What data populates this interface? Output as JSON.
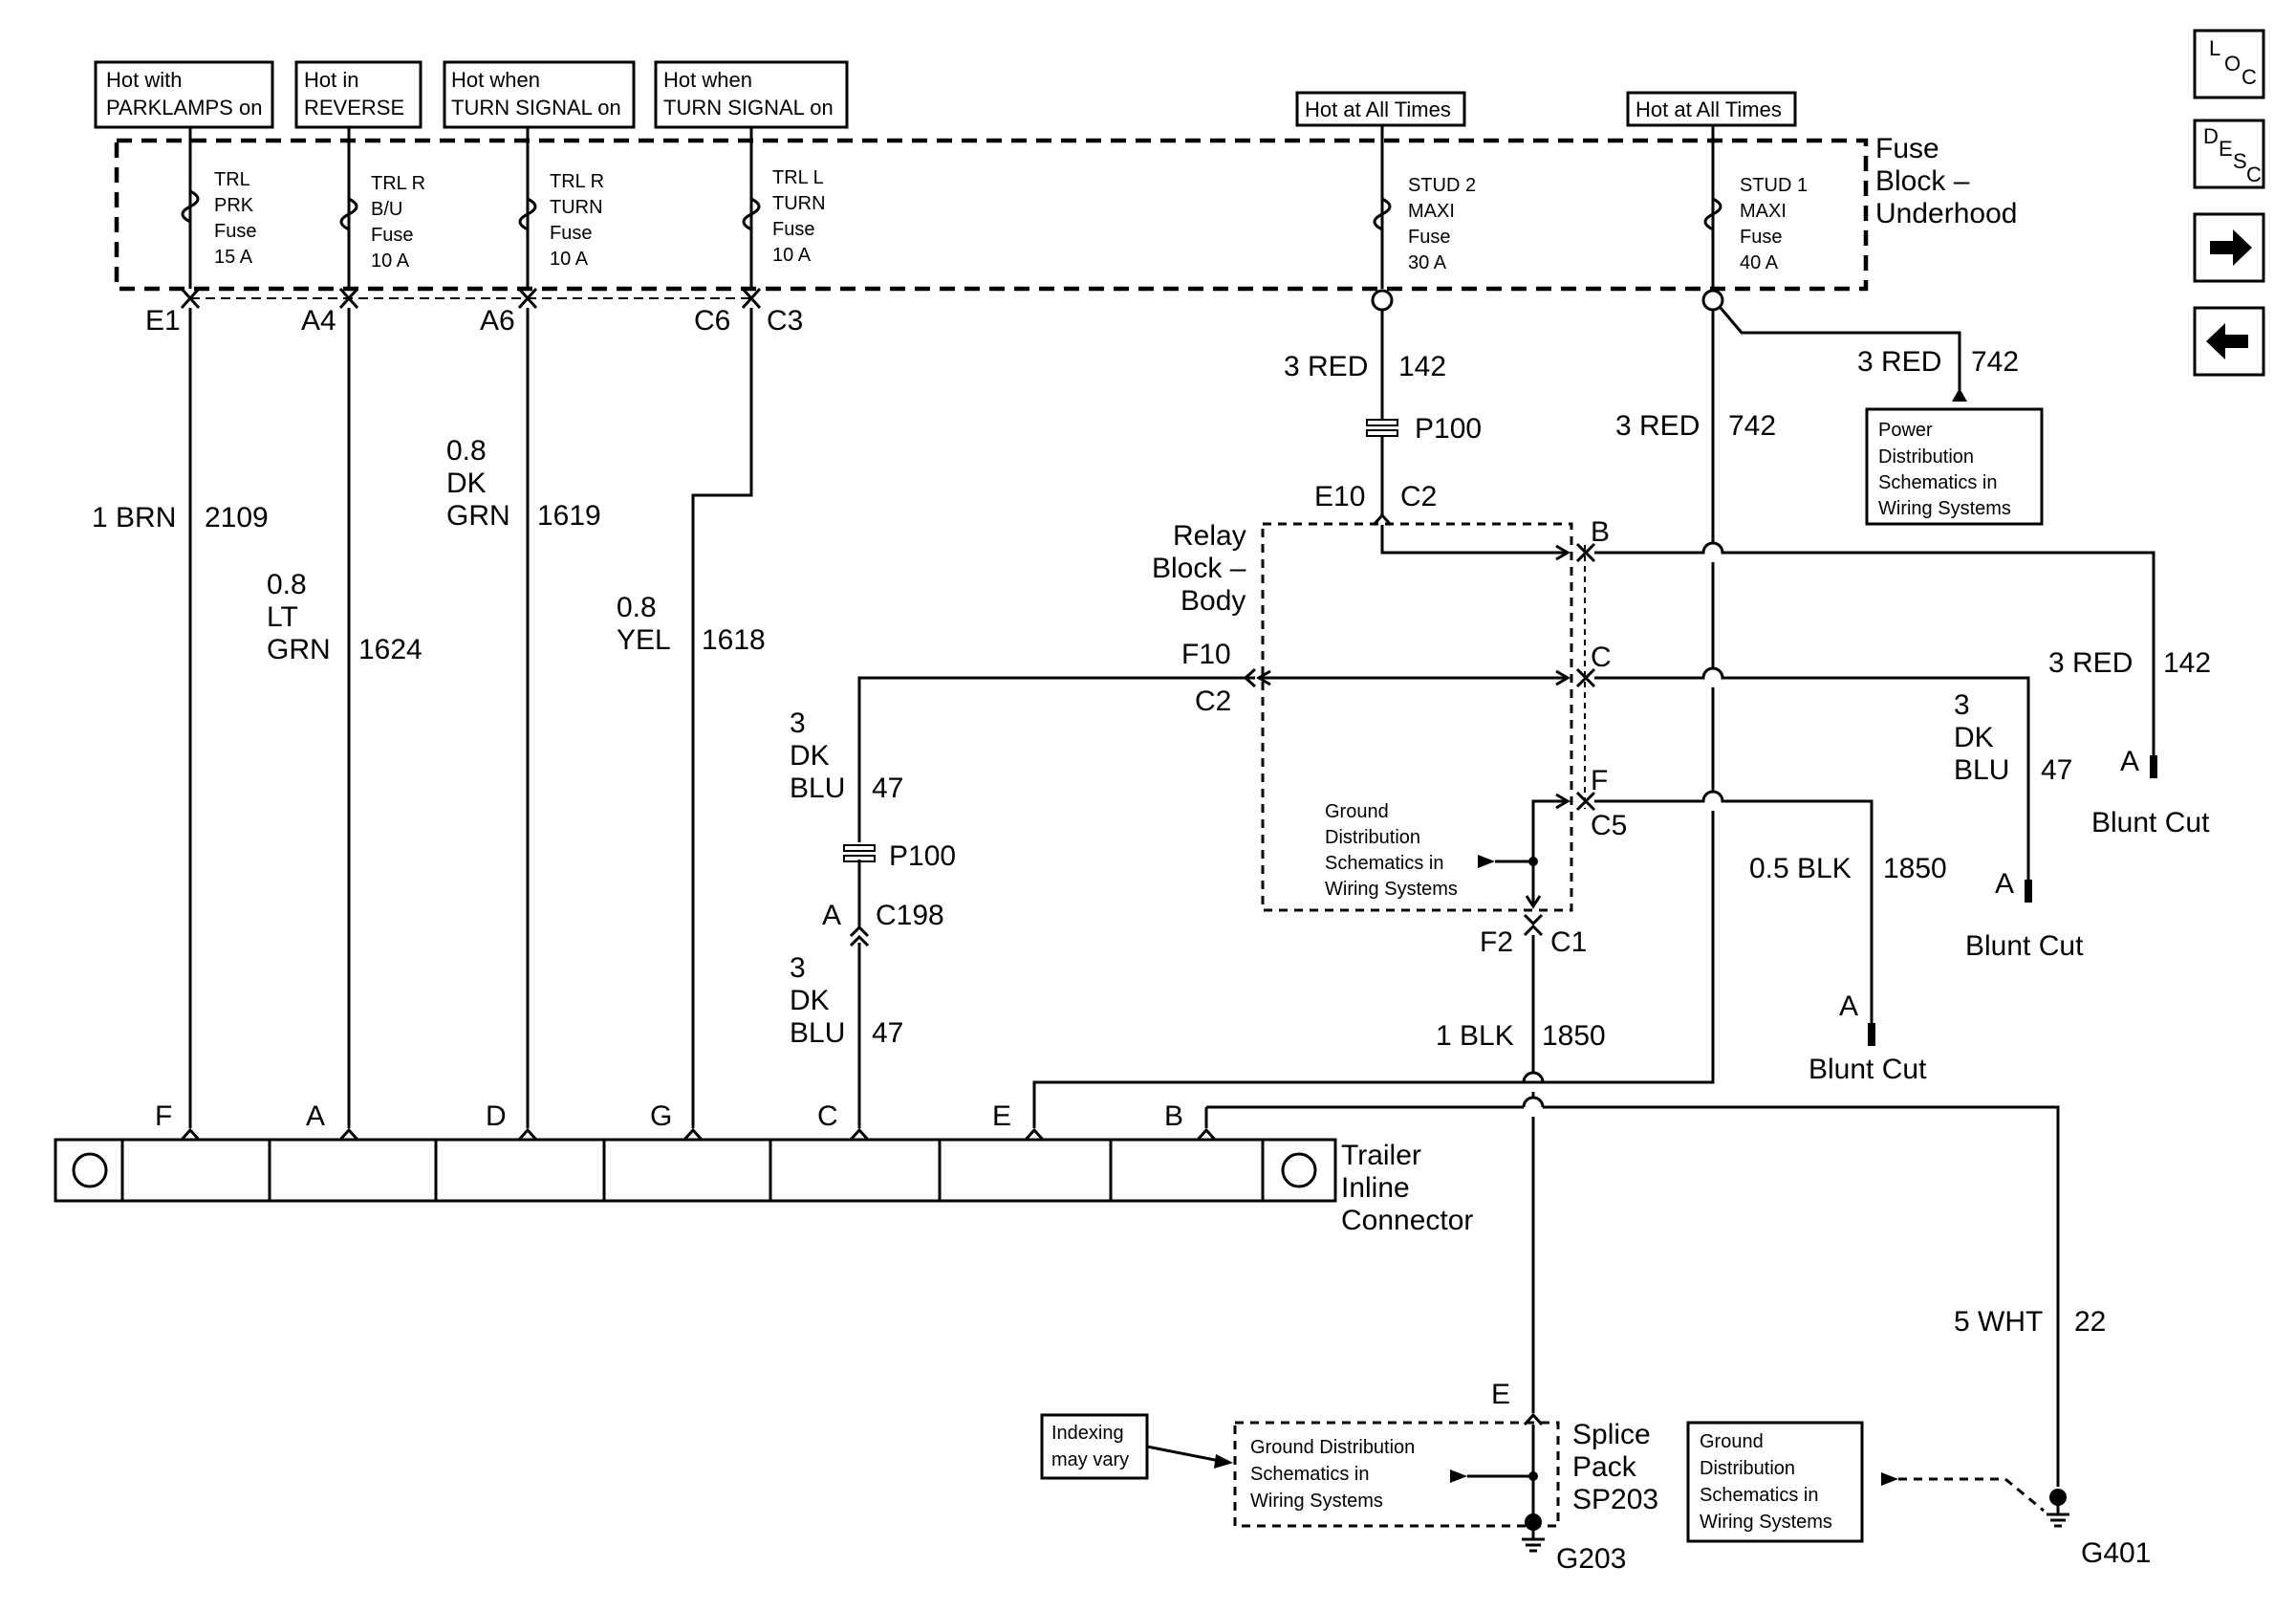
{
  "hot_labels": {
    "parklamps": [
      "Hot with",
      "PARKLAMPS on"
    ],
    "reverse": [
      "Hot in",
      "REVERSE"
    ],
    "turn_r": [
      "Hot when",
      "TURN SIGNAL on"
    ],
    "turn_l": [
      "Hot when",
      "TURN SIGNAL on"
    ],
    "always_1": "Hot at All Times",
    "always_2": "Hot at All Times"
  },
  "fuse_block": {
    "title": [
      "Fuse",
      "Block –",
      "Underhood"
    ],
    "fuses": [
      [
        "TRL",
        "PRK",
        "Fuse",
        "15 A"
      ],
      [
        "TRL R",
        "B/U",
        "Fuse",
        "10 A"
      ],
      [
        "TRL R",
        "TURN",
        "Fuse",
        "10 A"
      ],
      [
        "TRL L",
        "TURN",
        "Fuse",
        "10 A"
      ],
      [
        "STUD 2",
        "MAXI",
        "Fuse",
        "30 A"
      ],
      [
        "STUD 1",
        "MAXI",
        "Fuse",
        "40 A"
      ]
    ],
    "terminals": [
      "E1",
      "A4",
      "A6",
      "C6",
      "C3"
    ]
  },
  "wires": {
    "brn": [
      "1 BRN",
      "2109"
    ],
    "ltgrn": [
      "0.8",
      "LT",
      "GRN",
      "1624"
    ],
    "dkgrn": [
      "0.8",
      "DK",
      "GRN",
      "1619"
    ],
    "yel": [
      "0.8",
      "YEL",
      "1618"
    ],
    "red142_top": [
      "3 RED",
      "142"
    ],
    "red742_left": [
      "3 RED",
      "742"
    ],
    "red742_right": [
      "3 RED",
      "742"
    ],
    "red142_right": [
      "3 RED",
      "142"
    ],
    "dkblu_upper": [
      "3",
      "DK",
      "BLU",
      "47"
    ],
    "dkblu_lower": [
      "3",
      "DK",
      "BLU",
      "47"
    ],
    "dkblu_right": [
      "3",
      "DK",
      "BLU",
      "47"
    ],
    "blk_relay": [
      "0.5 BLK",
      "1850"
    ],
    "blk_main": [
      "1 BLK",
      "1850"
    ],
    "wht": [
      "5 WHT",
      "22"
    ]
  },
  "connectors": {
    "p100": "P100",
    "e10": "E10",
    "c2": "C2",
    "f10": "F10",
    "relay_c2": "C2",
    "c198_pin": "A",
    "c198": "C198",
    "f2": "F2",
    "c1": "C1",
    "relay_pins": [
      "B",
      "C",
      "F",
      "C5"
    ]
  },
  "relay_block": {
    "title": [
      "Relay",
      "Block –",
      "Body"
    ]
  },
  "ground_dist_text": [
    "Ground",
    "Distribution",
    "Schematics in",
    "Wiring Systems"
  ],
  "ground_dist_splice": [
    "Ground Distribution",
    "Schematics in",
    "Wiring Systems"
  ],
  "ground_dist_g401": [
    "Ground",
    "Distribution",
    "Schematics in",
    "Wiring Systems"
  ],
  "power_dist": [
    "Power",
    "Distribution",
    "Schematics in",
    "Wiring Systems"
  ],
  "blunt_cut": {
    "label": "Blunt Cut",
    "pin": "A"
  },
  "trailer_connector": {
    "pins": [
      "F",
      "A",
      "D",
      "G",
      "C",
      "E",
      "B"
    ],
    "title": [
      "Trailer",
      "Inline",
      "Connector"
    ]
  },
  "splice_pack": {
    "pin": "E",
    "title": [
      "Splice",
      "Pack",
      "SP203"
    ]
  },
  "indexing_note": [
    "Indexing",
    "may vary"
  ],
  "grounds": [
    "G203",
    "G401"
  ],
  "nav_buttons": {
    "loc": [
      "L",
      "O",
      "C"
    ],
    "desc": [
      "D",
      "E",
      "S",
      "C"
    ]
  }
}
